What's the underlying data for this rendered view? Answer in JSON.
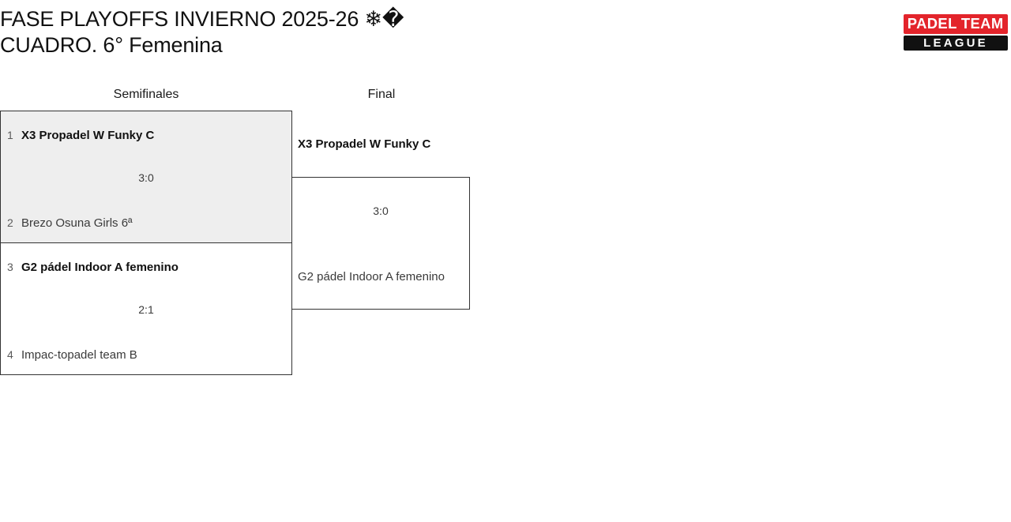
{
  "header": {
    "title": "FASE PLAYOFFS INVIERNO 2025-26 ❄�\nCUADRO. 6° Femenina",
    "logo": {
      "top_text": "PADEL TEAM",
      "bottom_text": "LEAGUE",
      "top_bg": "#e3242b",
      "bottom_bg": "#111111",
      "text_color": "#ffffff"
    }
  },
  "bracket": {
    "rounds": [
      {
        "label": "Semifinales"
      },
      {
        "label": "Final"
      }
    ],
    "semifinals": [
      {
        "shaded": true,
        "score": "3:0",
        "top": {
          "seed": "1",
          "name": "X3 Propadel W Funky C",
          "winner": true
        },
        "bottom": {
          "seed": "2",
          "name": "Brezo Osuna Girls 6ª",
          "winner": false
        }
      },
      {
        "shaded": false,
        "score": "2:1",
        "top": {
          "seed": "3",
          "name": "G2 pádel Indoor A femenino",
          "winner": true
        },
        "bottom": {
          "seed": "4",
          "name": "Impac-topadel team B",
          "winner": false
        }
      }
    ],
    "final": {
      "score": "3:0",
      "top": {
        "name": "X3 Propadel W Funky C",
        "winner": true
      },
      "bottom": {
        "name": "G2 pádel Indoor A femenino",
        "winner": false
      }
    }
  }
}
